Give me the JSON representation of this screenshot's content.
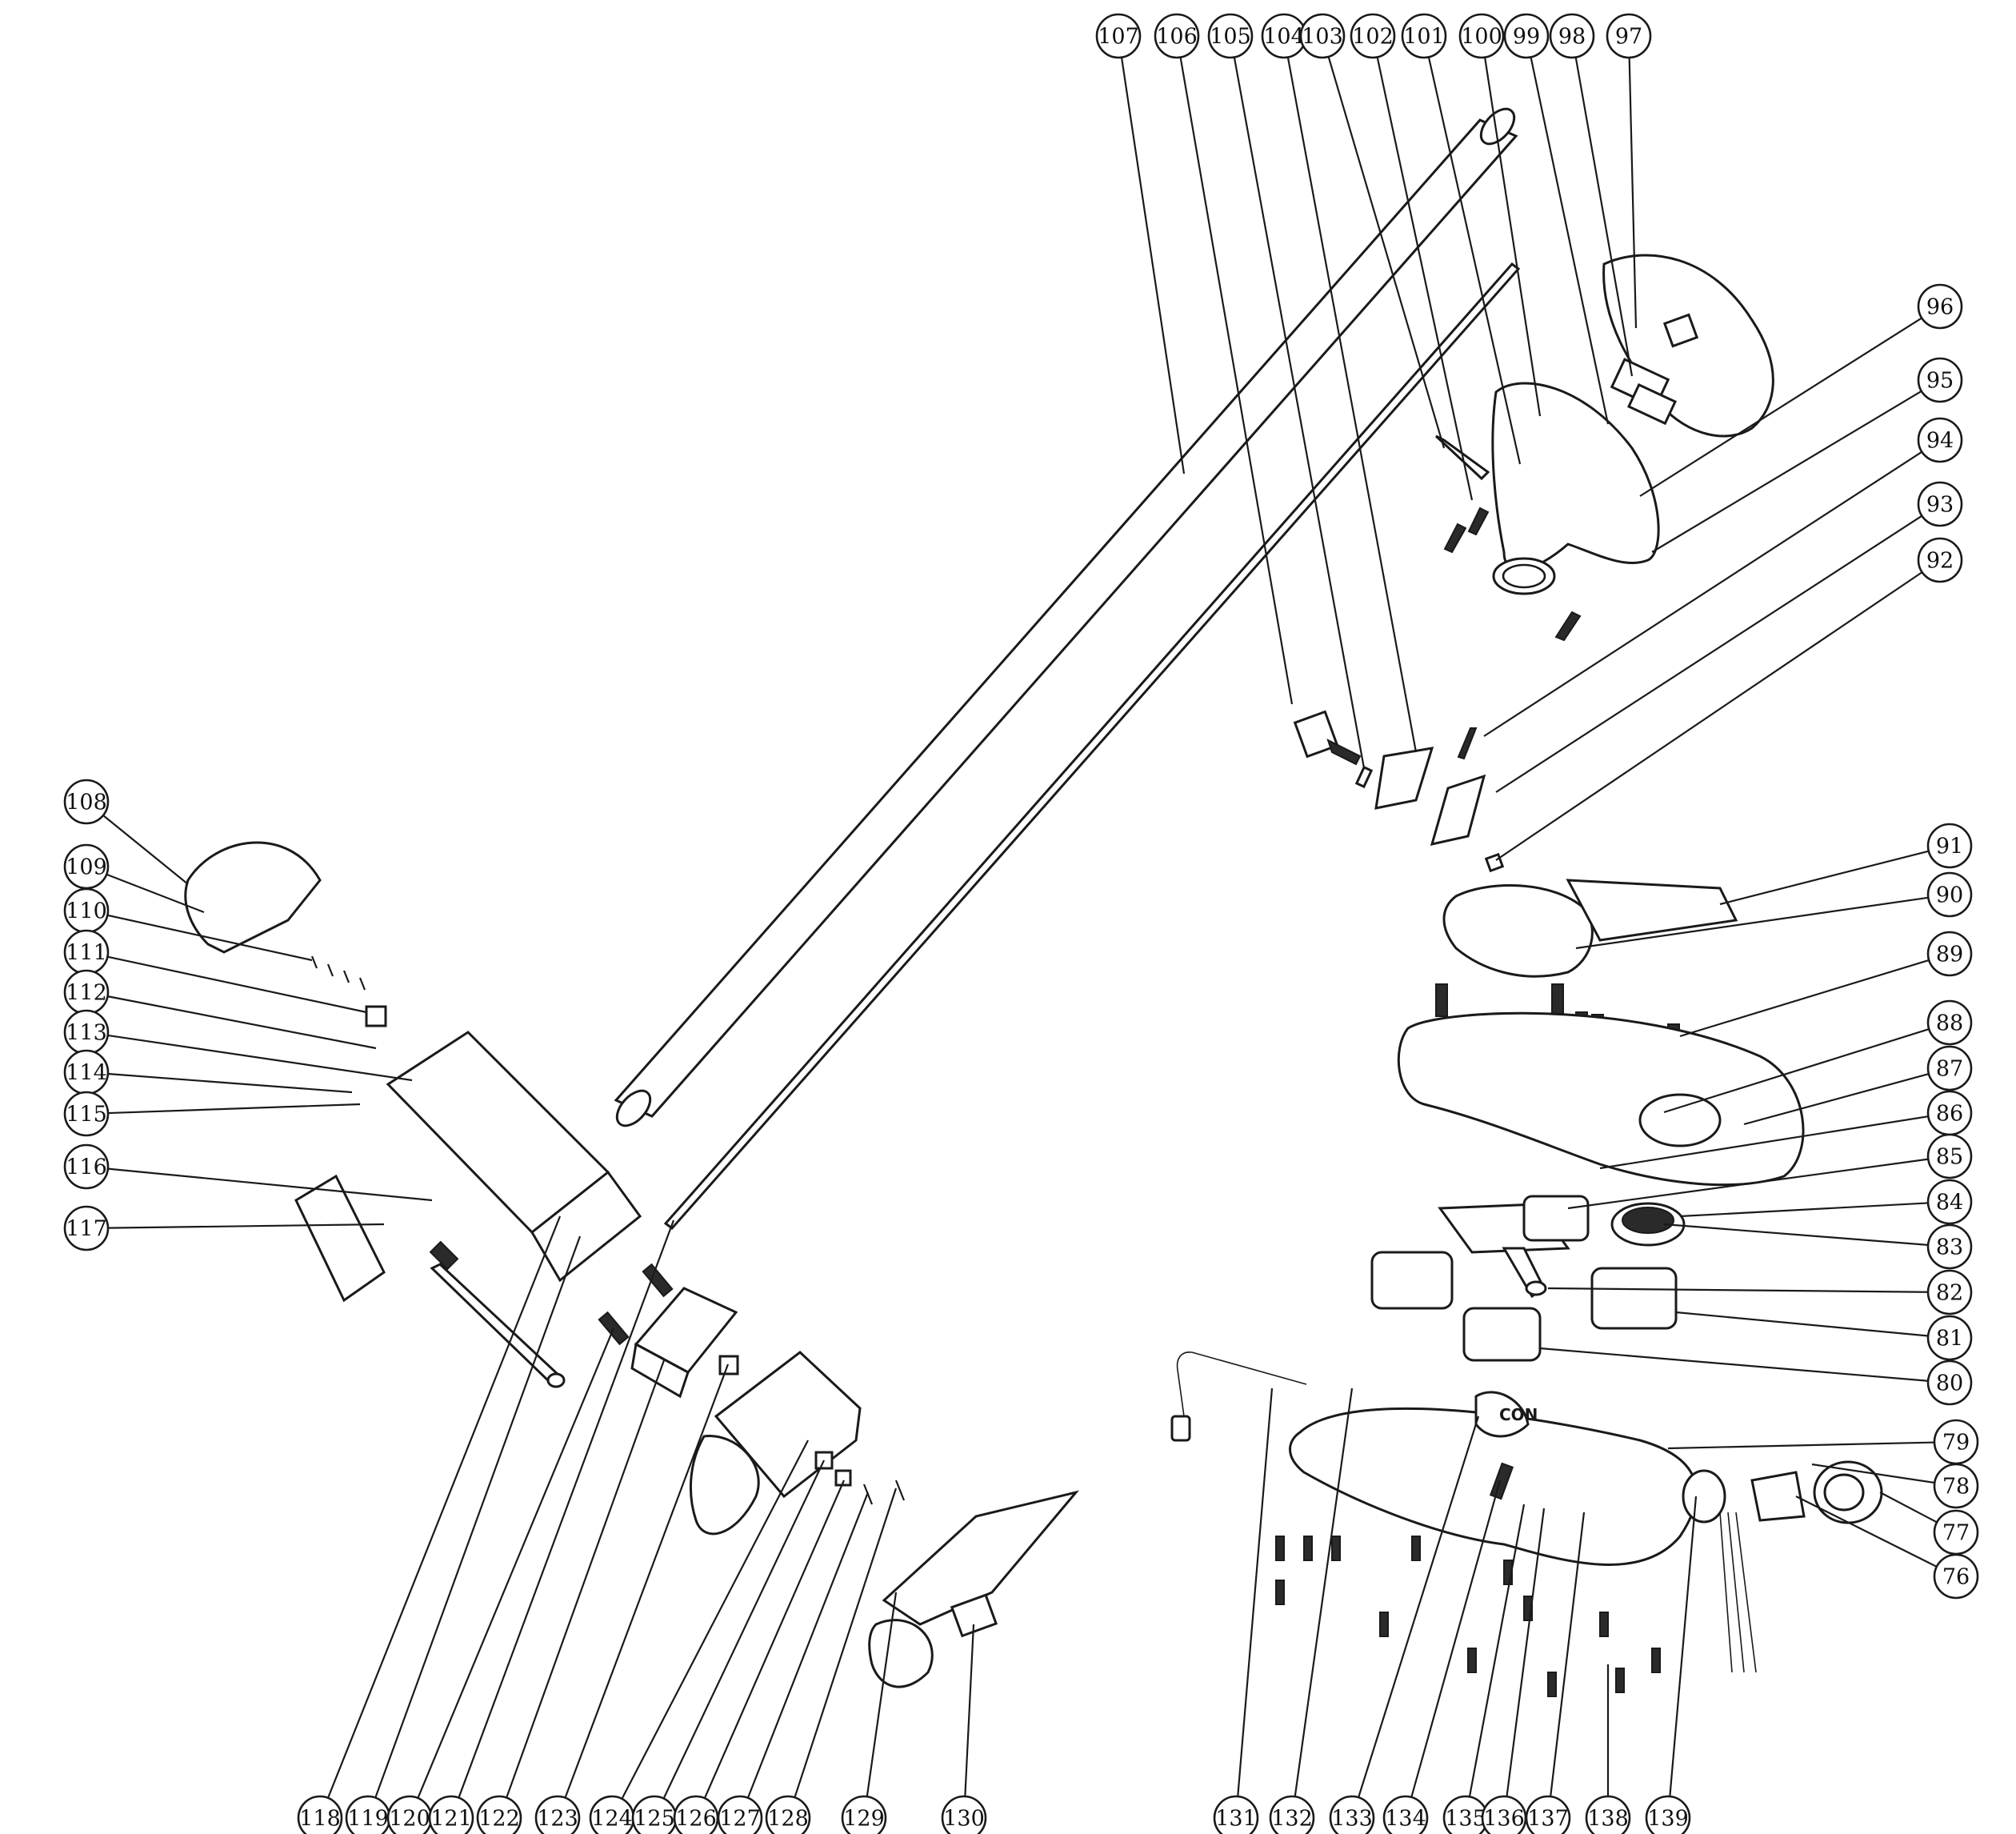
{
  "diagram": {
    "callouts": [
      {
        "id": "107",
        "label": "107"
      },
      {
        "id": "106",
        "label": "106"
      },
      {
        "id": "105",
        "label": "105"
      },
      {
        "id": "104",
        "label": "104"
      },
      {
        "id": "103",
        "label": "103"
      },
      {
        "id": "102",
        "label": "102"
      },
      {
        "id": "101",
        "label": "101"
      },
      {
        "id": "100",
        "label": "100"
      },
      {
        "id": "99",
        "label": "99"
      },
      {
        "id": "98",
        "label": "98"
      },
      {
        "id": "97",
        "label": "97"
      },
      {
        "id": "96",
        "label": "96"
      },
      {
        "id": "95",
        "label": "95"
      },
      {
        "id": "94",
        "label": "94"
      },
      {
        "id": "93",
        "label": "93"
      },
      {
        "id": "92",
        "label": "92"
      },
      {
        "id": "91",
        "label": "91"
      },
      {
        "id": "90",
        "label": "90"
      },
      {
        "id": "89",
        "label": "89"
      },
      {
        "id": "88",
        "label": "88"
      },
      {
        "id": "87",
        "label": "87"
      },
      {
        "id": "86",
        "label": "86"
      },
      {
        "id": "85",
        "label": "85"
      },
      {
        "id": "84",
        "label": "84"
      },
      {
        "id": "83",
        "label": "83"
      },
      {
        "id": "82",
        "label": "82"
      },
      {
        "id": "81",
        "label": "81"
      },
      {
        "id": "80",
        "label": "80"
      },
      {
        "id": "79",
        "label": "79"
      },
      {
        "id": "78",
        "label": "78"
      },
      {
        "id": "77",
        "label": "77"
      },
      {
        "id": "76",
        "label": "76"
      },
      {
        "id": "108",
        "label": "108"
      },
      {
        "id": "109",
        "label": "109"
      },
      {
        "id": "110",
        "label": "110"
      },
      {
        "id": "111",
        "label": "111"
      },
      {
        "id": "112",
        "label": "112"
      },
      {
        "id": "113",
        "label": "113"
      },
      {
        "id": "114",
        "label": "114"
      },
      {
        "id": "115",
        "label": "115"
      },
      {
        "id": "116",
        "label": "116"
      },
      {
        "id": "117",
        "label": "117"
      },
      {
        "id": "118",
        "label": "118"
      },
      {
        "id": "119",
        "label": "119"
      },
      {
        "id": "120",
        "label": "120"
      },
      {
        "id": "121",
        "label": "121"
      },
      {
        "id": "122",
        "label": "122"
      },
      {
        "id": "123",
        "label": "123"
      },
      {
        "id": "124",
        "label": "124"
      },
      {
        "id": "125",
        "label": "125"
      },
      {
        "id": "126",
        "label": "126"
      },
      {
        "id": "127",
        "label": "127"
      },
      {
        "id": "128",
        "label": "128"
      },
      {
        "id": "129",
        "label": "129"
      },
      {
        "id": "130",
        "label": "130"
      },
      {
        "id": "131",
        "label": "131"
      },
      {
        "id": "132",
        "label": "132"
      },
      {
        "id": "133",
        "label": "133"
      },
      {
        "id": "134",
        "label": "134"
      },
      {
        "id": "135",
        "label": "135"
      },
      {
        "id": "136",
        "label": "136"
      },
      {
        "id": "137",
        "label": "137"
      },
      {
        "id": "138",
        "label": "138"
      },
      {
        "id": "139",
        "label": "139"
      }
    ],
    "product_marking": "CON"
  }
}
